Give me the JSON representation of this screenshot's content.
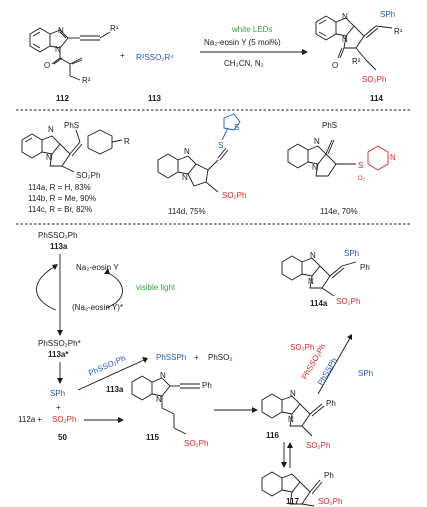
{
  "header": {
    "reactant1": "112",
    "r1": "R¹",
    "r2": "R²",
    "plus": "+",
    "reagent": "R³SSO₂R⁴",
    "reactant2": "113",
    "condition1": "white LEDs",
    "condition2": "Na₂-eosin Y (5 mol%)",
    "condition3": "CH₃CN, N₂",
    "product": "114",
    "p_sph": "SPh",
    "p_r1": "R¹",
    "p_r2": "R²",
    "p_so2ph": "SO₂Ph",
    "p_o": "O"
  },
  "examples": {
    "ex1_sph": "PhS",
    "ex1_so2ph": "SO₂Ph",
    "ex1_r": "R",
    "ex1_lines": [
      "114a, R = H, 83%",
      "114b, R = Me, 90%",
      "114c, R = Br, 82%"
    ],
    "ex2_s": "S",
    "ex2_s2": "S",
    "ex2_so2ph": "SO₂Ph",
    "ex2_label": "114d, 75%",
    "ex3_phs": "PhS",
    "ex3_s": "S",
    "ex3_o2": "O₂",
    "ex3_n": "N",
    "ex3_label": "114e, 70%"
  },
  "mechanism": {
    "m_start": "PhSSO₂Ph",
    "m_start_id": "113a",
    "m_eosin": "Na₂-eosin Y",
    "m_light": "visible light",
    "m_eosin_star": "(Na₂-eosin Y)*",
    "m_excited": "PhSSO₂Ph*",
    "m_excited_id": "113a*",
    "m_sph": "SPh",
    "m_so2ph": "SO₂Ph",
    "m_radical_id": "50",
    "m_plus": "+",
    "m_substrate": "112a +",
    "m_arrow_reagent": "PhSSO₂Ph",
    "m_arrow_reagent_id": "113a",
    "m_byproduct1": "PhSSPh",
    "m_byproduct_plus": "+",
    "m_byproduct2": "PhSO₂",
    "m_alkyne_ph": "Ph",
    "m_int115": "115",
    "m_int115_so2ph": "SO₂Ph",
    "m_int116": "116",
    "m_int116_ph": "Ph",
    "m_int116_so2ph": "SO₂Ph",
    "m_int117": "117",
    "m_int117_ph": "Ph",
    "m_int117_so2ph": "SO₂Ph",
    "m_so2ph_right": "SO₂Ph",
    "m_sph_right": "SPh",
    "m_reag_a": "PhSSO₂Ph",
    "m_reag_b": "PhSSPh",
    "m_final": "114a",
    "m_final_sph": "SPh",
    "m_final_ph": "Ph",
    "m_final_so2ph": "SO₂Ph"
  }
}
